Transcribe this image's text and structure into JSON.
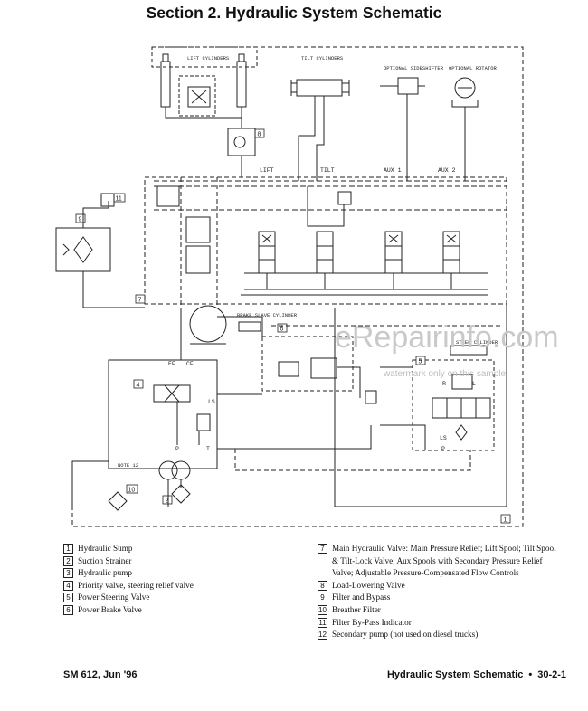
{
  "page": {
    "title": "Section 2. Hydraulic System Schematic",
    "footer_left": "SM 612, Jun '96",
    "footer_right_title": "Hydraulic System Schematic",
    "footer_bullet": "•",
    "footer_page": "30-2-1",
    "watermark": "eRepairinfo.com",
    "watermark_note": "watermark only on this sample"
  },
  "schematic_labels": {
    "lift_cylinders": "LIFT CYLINDERS",
    "tilt_cylinders": "TILT CYLINDERS",
    "optional_sideshifter": "OPTIONAL SIDESHIFTER",
    "optional_rotator": "OPTIONAL ROTATOR",
    "spool_lift": "LIFT",
    "spool_tilt": "TILT",
    "spool_aux1": "AUX 1",
    "spool_aux2": "AUX 2",
    "brake_slave_cylinder": "BRAKE SLAVE CYLINDER",
    "steer_cylinder": "STEER CYLINDER",
    "port_ef": "EF",
    "port_cf": "CF",
    "port_ls": "LS",
    "port_p": "P",
    "port_t": "T",
    "port_r": "R",
    "port_l": "L",
    "note": "NOTE 12",
    "callouts": [
      "1",
      "2",
      "4",
      "5",
      "6",
      "7",
      "8",
      "9",
      "10",
      "11",
      "12"
    ]
  },
  "legend": {
    "left": [
      {
        "num": "1",
        "text": "Hydraulic Sump"
      },
      {
        "num": "2",
        "text": "Suction Strainer"
      },
      {
        "num": "3",
        "text": "Hydraulic pump"
      },
      {
        "num": "4",
        "text": "Priority valve, steering relief valve"
      },
      {
        "num": "5",
        "text": "Power Steering Valve"
      },
      {
        "num": "6",
        "text": "Power Brake Valve"
      }
    ],
    "right": [
      {
        "num": "7",
        "text": "Main Hydraulic Valve: Main Pressure Relief; Lift Spool; Tilt Spool & Tilt-Lock Valve; Aux Spools with Secondary Pressure Relief Valve; Adjustable Pressure-Compensated Flow Controls"
      },
      {
        "num": "8",
        "text": "Load-Lowering Valve"
      },
      {
        "num": "9",
        "text": "Filter and Bypass"
      },
      {
        "num": "10",
        "text": "Breather Filter"
      },
      {
        "num": "11",
        "text": "Filter By-Pass Indicator"
      },
      {
        "num": "12",
        "text": "Secondary pump (not used on diesel  trucks)"
      }
    ]
  }
}
